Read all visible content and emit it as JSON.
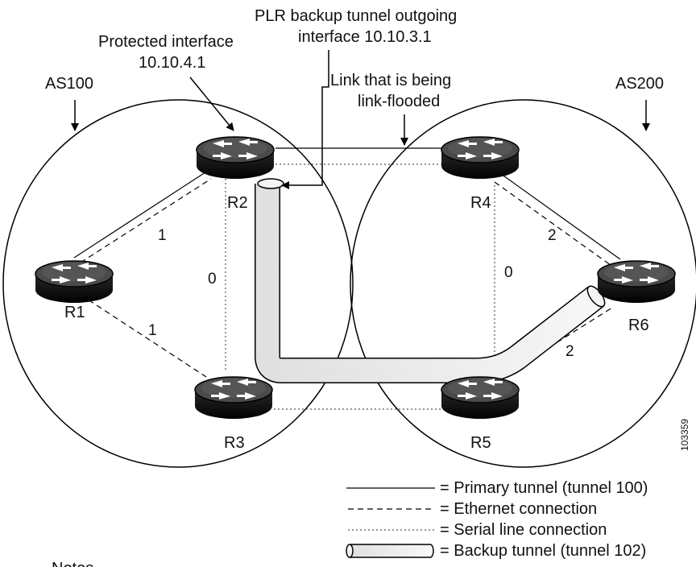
{
  "as_labels": {
    "left": "AS100",
    "right": "AS200"
  },
  "callouts": {
    "protected_line1": "Protected interface",
    "protected_line2": "10.10.4.1",
    "plr_line1": "PLR backup tunnel outgoing",
    "plr_line2": "interface 10.10.3.1",
    "flooded_line1": "Link that is being",
    "flooded_line2": "link-flooded"
  },
  "routers": {
    "r1": "R1",
    "r2": "R2",
    "r3": "R3",
    "r4": "R4",
    "r5": "R5",
    "r6": "R6"
  },
  "link_costs": {
    "r1_r2": "1",
    "r1_r3": "1",
    "r2_r3": "0",
    "r4_r5": "0",
    "r4_r6": "2",
    "r5_r6": "2"
  },
  "legend": {
    "primary": "= Primary tunnel (tunnel 100)",
    "ethernet": "= Ethernet connection",
    "serial": "= Serial line connection",
    "backup": "= Backup tunnel (tunnel 102)"
  },
  "notes_label": "Notes",
  "figure_id": "103359"
}
